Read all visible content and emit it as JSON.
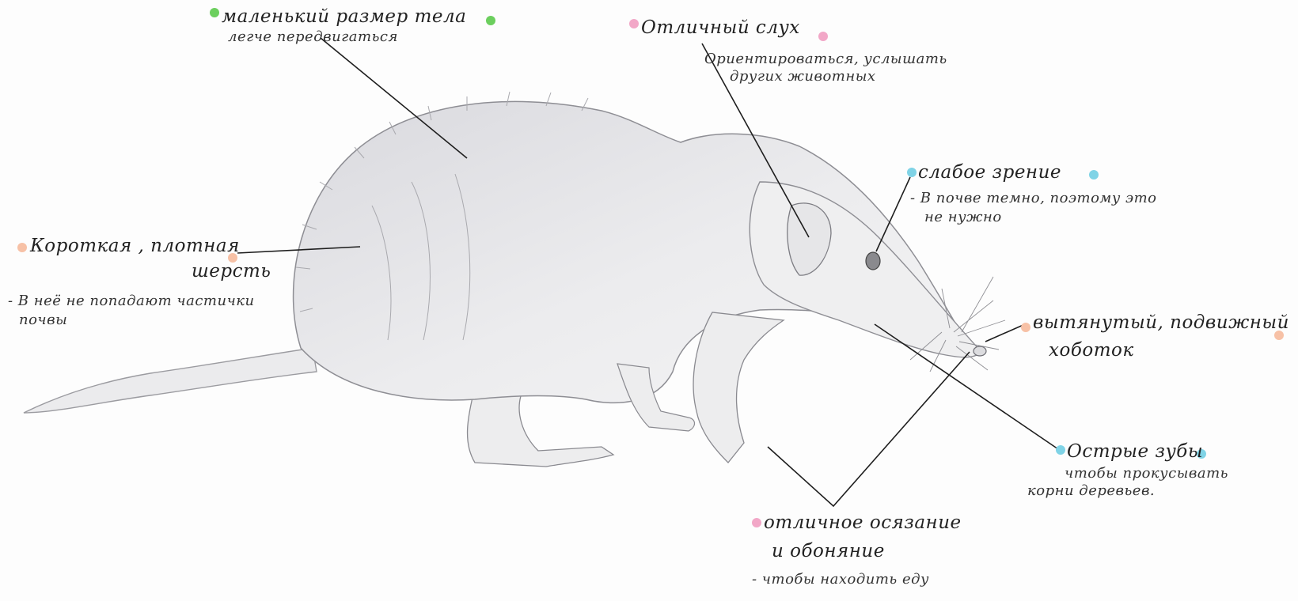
{
  "colors": {
    "green": "#6ccf5e",
    "pink": "#f2a7c7",
    "cyan": "#7fd3e6",
    "peach": "#f7c1a6",
    "stroke": "#1e1e1e",
    "fur": "#e4e4e6"
  },
  "annotations": {
    "small_body": {
      "title": "маленький размер тела",
      "note": "легче передвигаться"
    },
    "hearing": {
      "title": "Отличный слух",
      "note_1": "Ориентироваться, услышать",
      "note_2": "других животных"
    },
    "vision": {
      "title": "слабое зрение",
      "note_1": "- В почве темно, поэтому это",
      "note_2": "не нужно"
    },
    "fur": {
      "title_1": "Короткая , плотная",
      "title_2": "шерсть",
      "note_1": "- В неё не попадают частички",
      "note_2": "почвы"
    },
    "snout": {
      "title_1": "вытянутый, подвижный",
      "title_2": "хоботок"
    },
    "teeth": {
      "title": "Острые зубы",
      "note_1": "чтобы прокусывать",
      "note_2": "корни деревьев."
    },
    "smell": {
      "title_1": "отличное осязание",
      "title_2": "и обоняние",
      "note": "- чтобы находить еду"
    }
  }
}
